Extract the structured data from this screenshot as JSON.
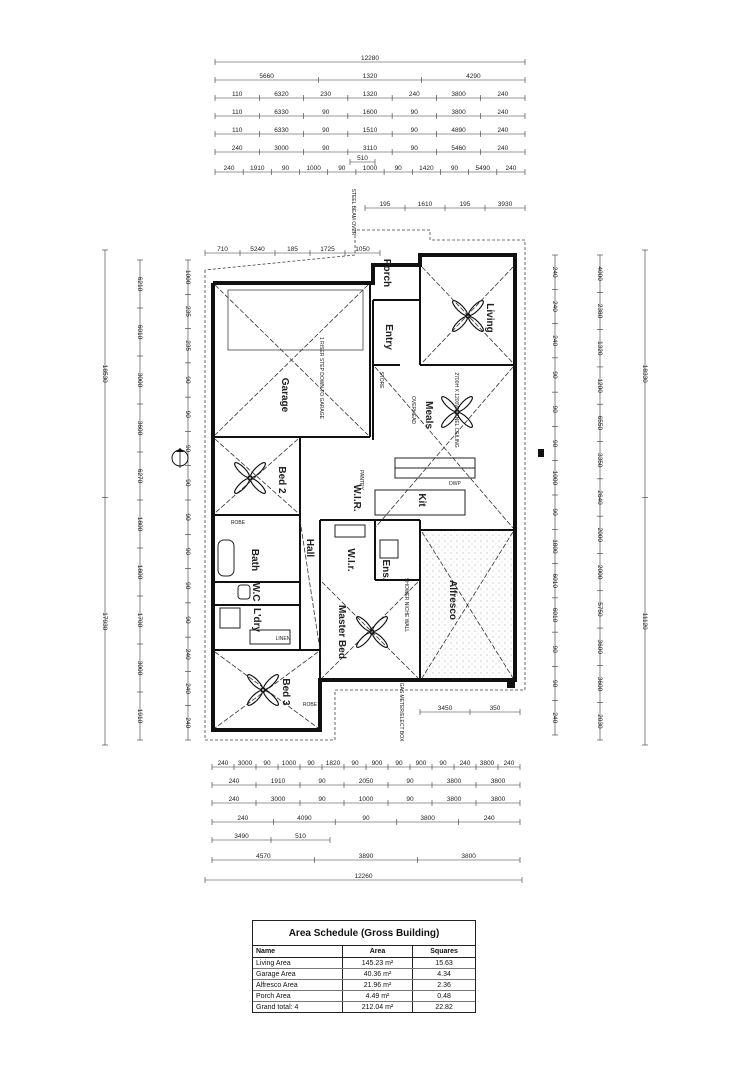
{
  "rooms": {
    "garage": "Garage",
    "living": "Living",
    "entry": "Entry",
    "porch": "Porch",
    "meals": "Meals",
    "kit": "Kit",
    "bed2": "Bed 2",
    "hall": "Hall",
    "bath": "Bath",
    "wc": "W.C",
    "ldry": "L'dry",
    "bed3": "Bed 3",
    "wir1": "W.I.R.",
    "wir2": "W.I.r.",
    "ens": "Ens.",
    "master": "Master Bed",
    "alfresco": "Alfresco",
    "store": "STORE",
    "pantry": "PANTRY",
    "dwp": "DWP",
    "robe1": "ROBE",
    "robe2": "ROBE",
    "linen": "LINEN"
  },
  "dimensions": {
    "top": {
      "r1": [
        "12280"
      ],
      "r2": [
        "5660",
        "1320",
        "4290"
      ],
      "r3": [
        "110",
        "6320",
        "230",
        "1320",
        "240",
        "3800",
        "240"
      ],
      "r4": [
        "110",
        "6330",
        "90",
        "1600",
        "90",
        "3800",
        "240"
      ],
      "r5": [
        "110",
        "6330",
        "90",
        "1510",
        "90",
        "4890",
        "240"
      ],
      "r6": [
        "240",
        "3000",
        "90",
        "3110",
        "90",
        "5460",
        "240"
      ],
      "r7": [
        "240",
        "1910",
        "90",
        "1000",
        "90",
        "1000",
        "90",
        "1420",
        "90",
        "5490",
        "240"
      ],
      "r7b": [
        "510"
      ],
      "porch": [
        "195",
        "1610",
        "195",
        "3930"
      ],
      "garage_top": [
        "710",
        "5240",
        "185",
        "1725",
        "1050"
      ]
    },
    "bottom": {
      "r1": [
        "240",
        "3000",
        "90",
        "1000",
        "90",
        "1820",
        "90",
        "900",
        "90",
        "900",
        "90",
        "240",
        "3800",
        "240"
      ],
      "r2": [
        "240",
        "1910",
        "90",
        "2050",
        "90",
        "3800",
        "3800"
      ],
      "r3": [
        "240",
        "3000",
        "90",
        "1000",
        "90",
        "3800",
        "3800"
      ],
      "r4": [
        "240",
        "4090",
        "90",
        "3800",
        "240"
      ],
      "r5": [
        "3490",
        "510"
      ],
      "r6": [
        "4570",
        "3890",
        "3800"
      ],
      "r7": [
        "12260"
      ],
      "alfresco": [
        "3450",
        "350"
      ]
    },
    "left": {
      "outer": [
        "18530",
        "17930"
      ],
      "mid": [
        "6210",
        "6010",
        "3000",
        "3600",
        "6270",
        "1800",
        "1800",
        "1700",
        "3000",
        "1910"
      ],
      "small": [
        "1000",
        "235",
        "235",
        "90",
        "90",
        "90",
        "90",
        "90",
        "90",
        "90",
        "90",
        "240",
        "240",
        "240"
      ]
    },
    "right": {
      "outer": [
        "18330",
        "11120"
      ],
      "mid": [
        "4000",
        "2380",
        "1320",
        "1200",
        "6550",
        "3350",
        "2640",
        "2000",
        "2000",
        "5750",
        "3600",
        "3600",
        "2030"
      ],
      "small": [
        "240",
        "240",
        "240",
        "90",
        "90",
        "90",
        "1000",
        "90",
        "1800",
        "6010",
        "6010",
        "90",
        "90",
        "240"
      ]
    }
  },
  "notes": {
    "garage_step": "1 RISER STEP DOWN TO GARAGE",
    "meals_ceiling": "2700H X 1200W PANEL CEILING",
    "gas_meter": "GAS METER/ELECT BOX",
    "beam": "STEEL BEAM OVER",
    "flooring": "OVERHEAD",
    "master_hwc": "SHOWER NICHE WALL"
  },
  "schedule": {
    "title": "Area Schedule (Gross Building)",
    "headers": [
      "Name",
      "Area",
      "Squares"
    ],
    "rows": [
      [
        "Living Area",
        "145.23 m²",
        "15.63"
      ],
      [
        "Garage Area",
        "40.36 m²",
        "4.34"
      ],
      [
        "Alfresco Area",
        "21.96 m²",
        "2.36"
      ],
      [
        "Porch Area",
        "4.49 m²",
        "0.48"
      ],
      [
        "Grand total: 4",
        "212.04 m²",
        "22.82"
      ]
    ]
  }
}
